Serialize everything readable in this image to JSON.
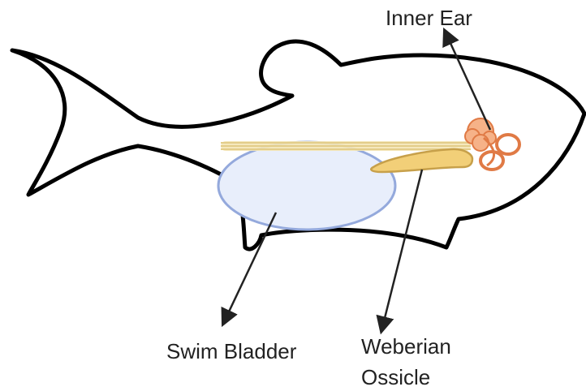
{
  "diagram": {
    "labels": {
      "inner_ear": "Inner Ear",
      "swim_bladder": "Swim Bladder",
      "weberian_line1": "Weberian",
      "weberian_line2": "Ossicle"
    },
    "colors": {
      "outline": "#000000",
      "swim_bladder_fill": "#e8eefb",
      "swim_bladder_stroke": "#94a9dc",
      "spine": "#e3cd8a",
      "ossicle_fill": "#f2cf78",
      "ossicle_stroke": "#c7a04a",
      "inner_ear_fill": "#f6b288",
      "inner_ear_stroke": "#e07a45",
      "arrow": "#222222",
      "label_text": "#222222"
    }
  }
}
